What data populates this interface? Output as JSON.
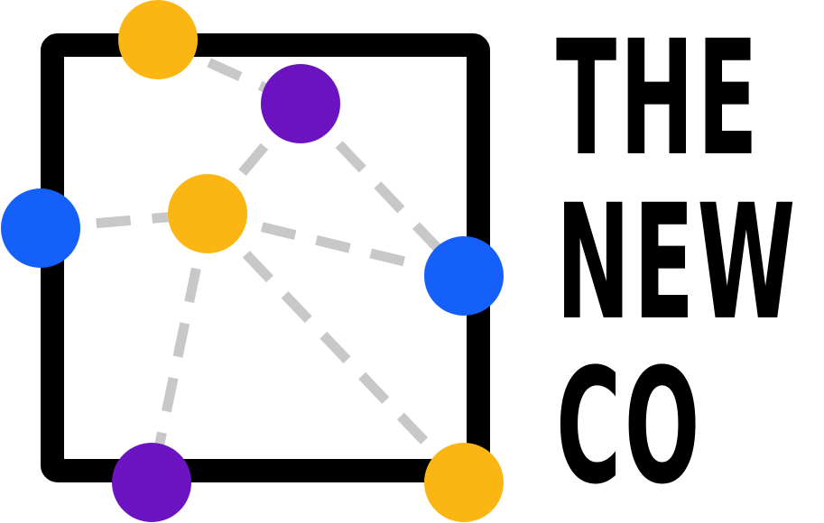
{
  "brand": {
    "line_1": "THE",
    "line_2": "NEW",
    "line_3": "CO"
  },
  "colors": {
    "frame": "#000000",
    "connector": "#c8c8c8",
    "yellow": "#fbb614",
    "purple": "#6b12c1",
    "blue": "#1660fa",
    "text": "#000000"
  },
  "icons": {
    "frame": "square-frame-icon",
    "network": "network-graph-icon"
  }
}
